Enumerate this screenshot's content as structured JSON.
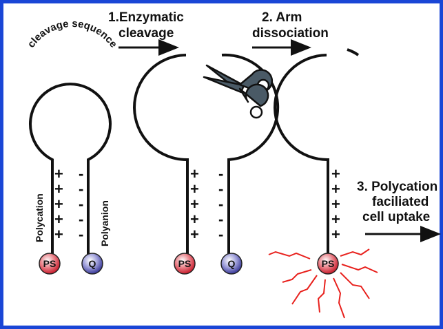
{
  "steps": {
    "step1_line1": "1.Enzymatic",
    "step1_line2": "cleavage",
    "step2_line1": "2. Arm",
    "step2_line2": "dissociation",
    "step3_line1": "3. Polycation",
    "step3_line2": "faciliated",
    "step3_line3": "cell uptake"
  },
  "labels": {
    "cleavage_sequence": "cleavage sequence",
    "polycation": "Polycation",
    "polyanion": "Polyanion"
  },
  "balls": {
    "ps": "PS",
    "q": "Q"
  },
  "signs": {
    "plus": "+",
    "minus": "-"
  },
  "colors": {
    "frame": "#1a46d6",
    "ps_ball": "#d8323c",
    "q_ball": "#4a4aa8",
    "burst": "#e8201c",
    "scissors": "#4a5a66"
  }
}
